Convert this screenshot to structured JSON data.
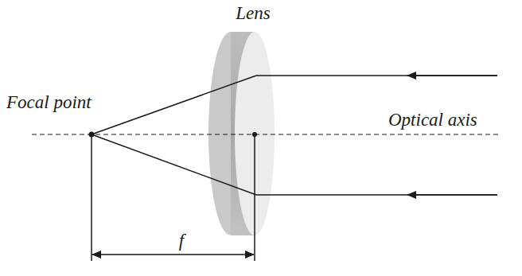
{
  "diagram": {
    "labels": [
      "Lens",
      "Focal point",
      "Optical axis",
      "f"
    ]
  }
}
